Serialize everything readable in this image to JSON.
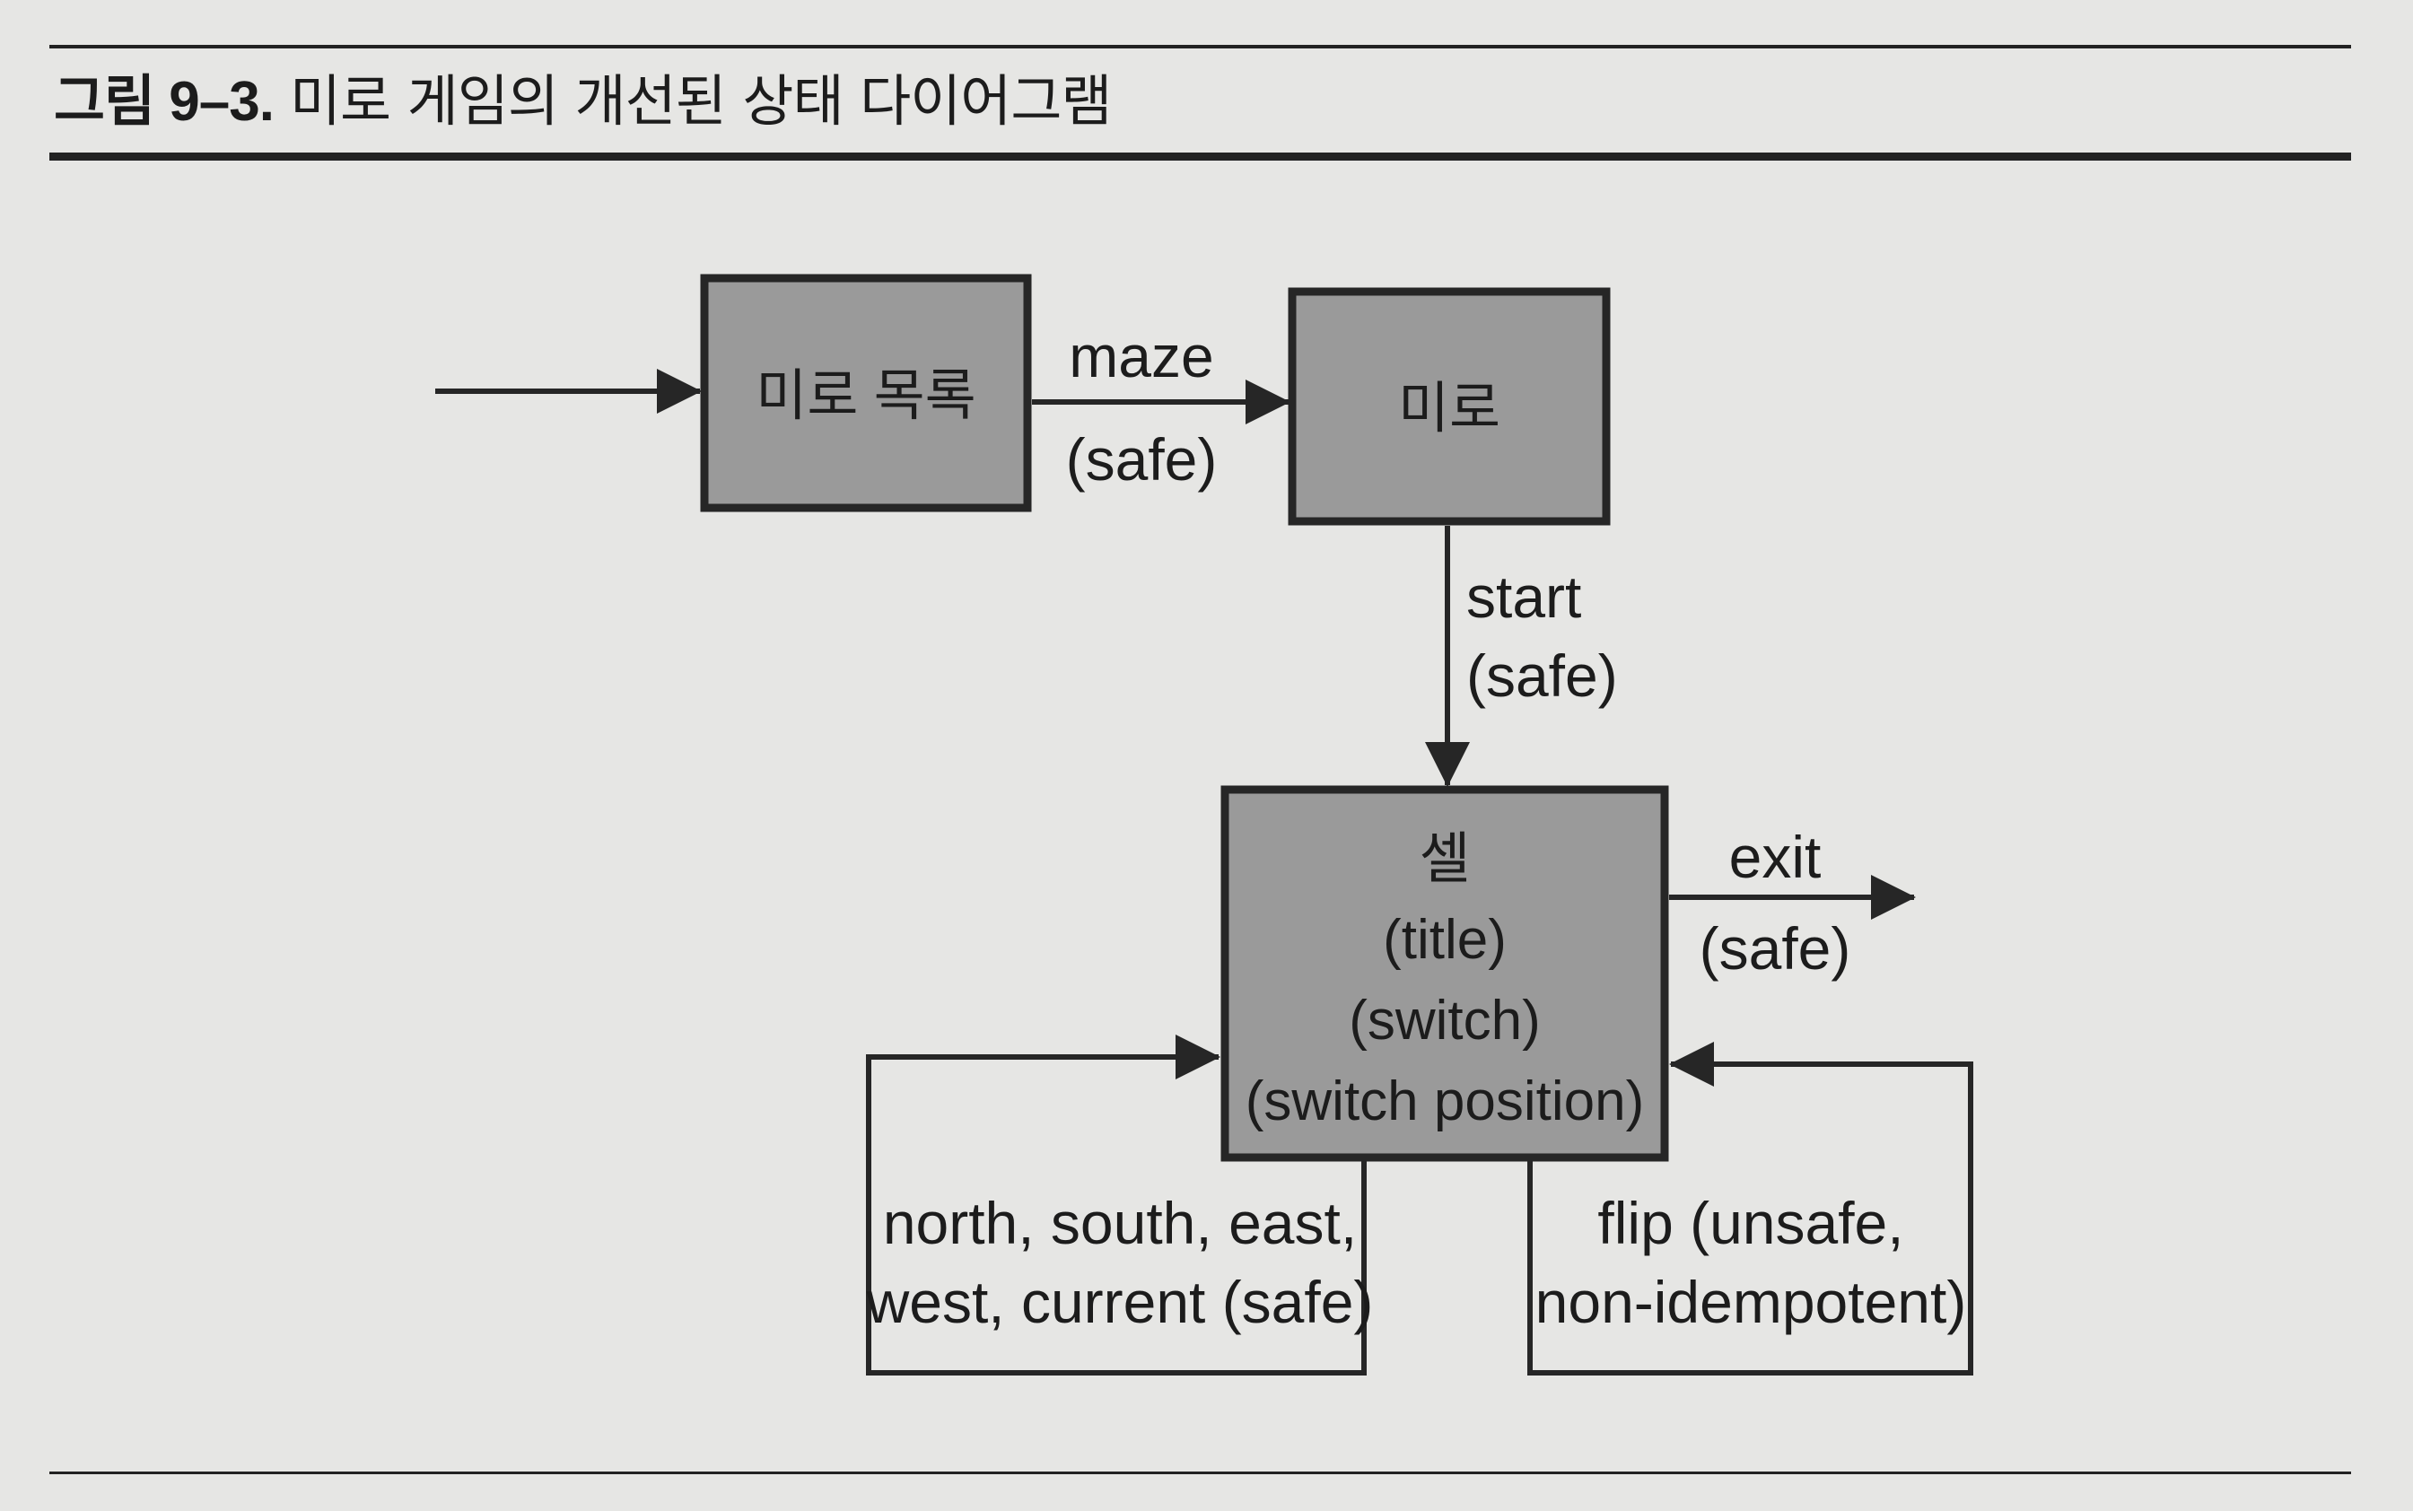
{
  "figure": {
    "number": "그림 9–3.",
    "title": "미로 게임의 개선된 상태 다이어그램"
  },
  "states": {
    "maze_list": "미로 목록",
    "maze": "미로",
    "cell": {
      "name": "셀",
      "props": [
        "(title)",
        "(switch)",
        "(switch position)"
      ]
    }
  },
  "transitions": {
    "maze": {
      "name": "maze",
      "safety": "(safe)"
    },
    "start": {
      "name": "start",
      "safety": "(safe)"
    },
    "exit": {
      "name": "exit",
      "safety": "(safe)"
    },
    "moves": {
      "line1": "north, south, east,",
      "line2": "west, current (safe)"
    },
    "flip": {
      "line1": "flip (unsafe,",
      "line2": "non-idempotent)"
    }
  },
  "colors": {
    "page": "#e6e6e4",
    "state_fill": "#9a9a9a",
    "stroke": "#262626"
  }
}
